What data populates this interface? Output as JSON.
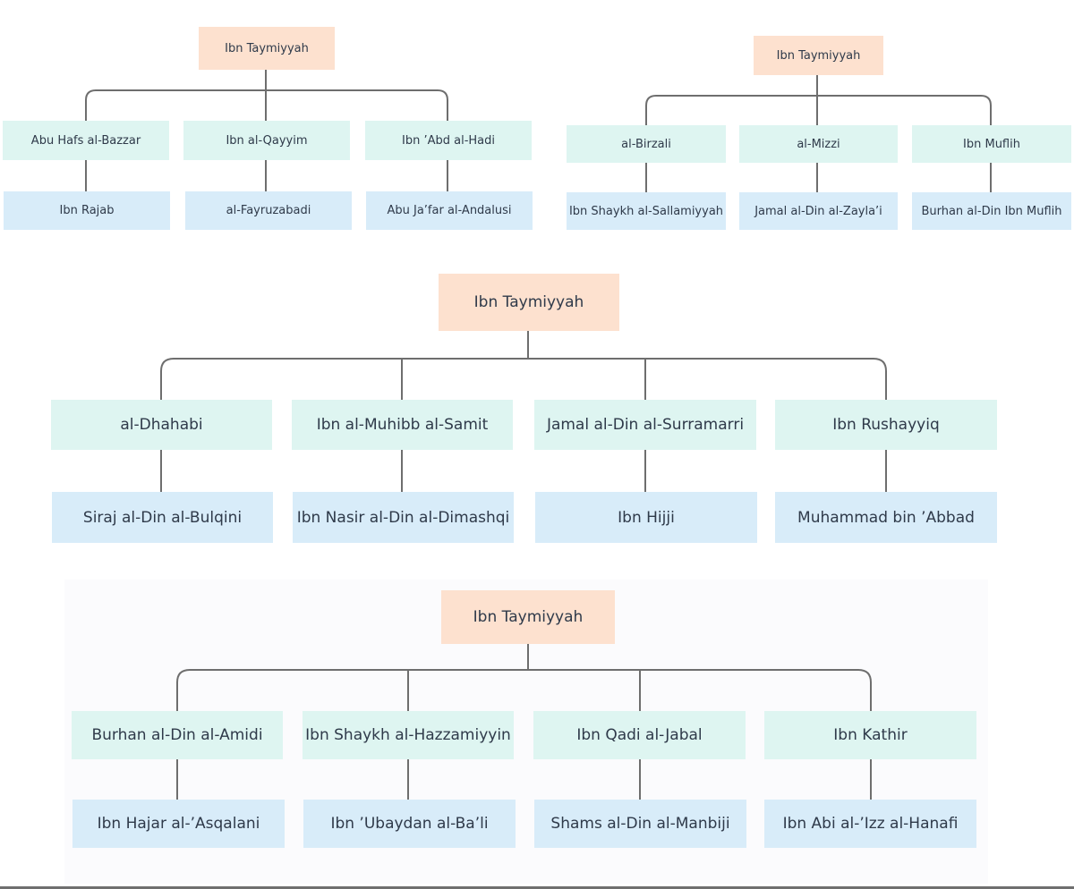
{
  "colors": {
    "root": "#fde1cf",
    "student": "#def5f1",
    "grand_student": "#d8ecf9",
    "connector": "#6e6e6e"
  },
  "trees": [
    {
      "root": "Ibn Taymiyyah",
      "branches": [
        {
          "student": "Abu Hafs al-Bazzar",
          "grand_student": "Ibn Rajab"
        },
        {
          "student": "Ibn al-Qayyim",
          "grand_student": "al-Fayruzabadi"
        },
        {
          "student": "Ibn ’Abd al-Hadi",
          "grand_student": "Abu Ja’far al-Andalusi"
        }
      ]
    },
    {
      "root": "Ibn Taymiyyah",
      "branches": [
        {
          "student": "al-Birzali",
          "grand_student": "Ibn Shaykh al-Sallamiyyah"
        },
        {
          "student": "al-Mizzi",
          "grand_student": "Jamal al-Din al-Zayla’i"
        },
        {
          "student": "Ibn Muflih",
          "grand_student": "Burhan al-Din Ibn Muflih"
        }
      ]
    },
    {
      "root": "Ibn Taymiyyah",
      "branches": [
        {
          "student": "al-Dhahabi",
          "grand_student": "Siraj al-Din al-Bulqini"
        },
        {
          "student": "Ibn al-Muhibb al-Samit",
          "grand_student": "Ibn Nasir al-Din al-Dimashqi"
        },
        {
          "student": "Jamal al-Din al-Surramarri",
          "grand_student": "Ibn Hijji"
        },
        {
          "student": "Ibn Rushayyiq",
          "grand_student": "Muhammad bin ’Abbad"
        }
      ]
    },
    {
      "root": "Ibn Taymiyyah",
      "branches": [
        {
          "student": "Burhan al-Din al-Amidi",
          "grand_student": "Ibn Hajar al-’Asqalani"
        },
        {
          "student": "Ibn Shaykh al-Hazzamiyyin",
          "grand_student": "Ibn ’Ubaydan al-Ba’li"
        },
        {
          "student": "Ibn Qadi al-Jabal",
          "grand_student": "Shams al-Din al-Manbiji"
        },
        {
          "student": "Ibn Kathir",
          "grand_student": "Ibn Abi al-’Izz al-Hanafi"
        }
      ]
    }
  ]
}
